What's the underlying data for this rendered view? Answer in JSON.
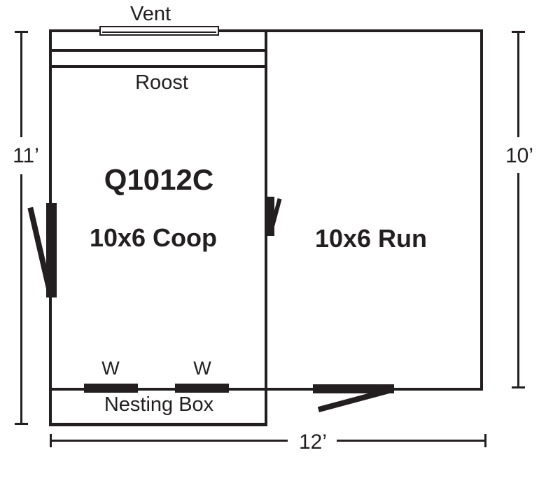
{
  "ink_color": "#231f20",
  "background_color": "#ffffff",
  "coop": {
    "model": "Q1012C",
    "size_label": "10x6 Coop",
    "vent_label": "Vent",
    "roost_label": "Roost",
    "nesting_box_label": "Nesting Box",
    "windows": [
      {
        "label": "W"
      },
      {
        "label": "W"
      }
    ]
  },
  "run": {
    "size_label": "10x6 Run"
  },
  "dimensions": {
    "left_height": "11’",
    "right_height": "10’",
    "bottom_width": "12’"
  }
}
